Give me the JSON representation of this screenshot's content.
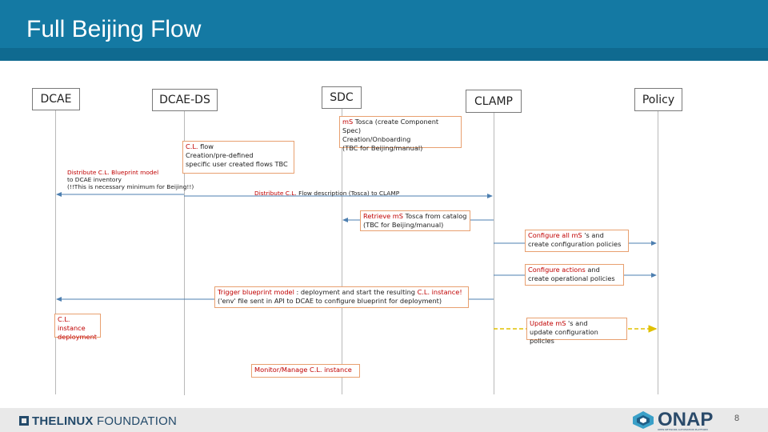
{
  "slide": {
    "title": "Full Beijing Flow",
    "page_number": "8"
  },
  "actors": {
    "dcae": "DCAE",
    "dcae_ds": "DCAE-DS",
    "sdc": "SDC",
    "clamp": "CLAMP",
    "policy": "Policy"
  },
  "notes": {
    "sdc_tosca": {
      "red": "mS",
      "rest": " Tosca (create Component Spec)\nCreation/Onboarding\n(TBC for Beijing/manual)"
    },
    "cl_flow": {
      "red": "C.L.",
      "rest": " flow\nCreation/pre-defined\nspecific user created flows TBC"
    },
    "retrieve": {
      "red": "Retrieve mS",
      "rest": " Tosca from catalog\n(TBC for Beijing/manual)"
    },
    "configure_ms": {
      "red": "Configure all mS",
      "rest": " 's and\ncreate configuration policies"
    },
    "configure_actions": {
      "red": "Configure actions",
      "rest": " and\ncreate operational policies"
    },
    "trigger": {
      "red": "Trigger blueprint model",
      "rest": " : deployment and start the resulting ",
      "red2": "C.L. instance!",
      "rest2": "\n('env' file sent in API to DCAE to configure blueprint for deployment)"
    },
    "cl_instance": {
      "red": "C.L. instance\ndeployment",
      "rest": ""
    },
    "update": {
      "red": "Update mS",
      "rest": " 's and\nupdate configuration policies"
    },
    "monitor": {
      "red": "Monitor/Manage C.L. instance",
      "rest": ""
    }
  },
  "labels": {
    "distribute_bp": {
      "red": "Distribute C.L. Blueprint model",
      "rest": "\n to DCAE inventory\n(!!This is necessary minimum for Beijing!!)"
    },
    "distribute_flow": {
      "red": "Distribute C.L.",
      "rest": " Flow description (Tosca) to CLAMP"
    }
  },
  "colors": {
    "header": "#1479a3",
    "accent_red": "#c00000",
    "note_border": "#e8a070",
    "arrow": "#4d7fb0",
    "dashed_arrow": "#e0c000"
  },
  "footer": {
    "linux_foundation_bold": "THELINUX",
    "linux_foundation_rest": " FOUNDATION",
    "onap_logo": "ONAP",
    "onap_tagline": "OPEN NETWORK AUTOMATION PLATFORM"
  }
}
